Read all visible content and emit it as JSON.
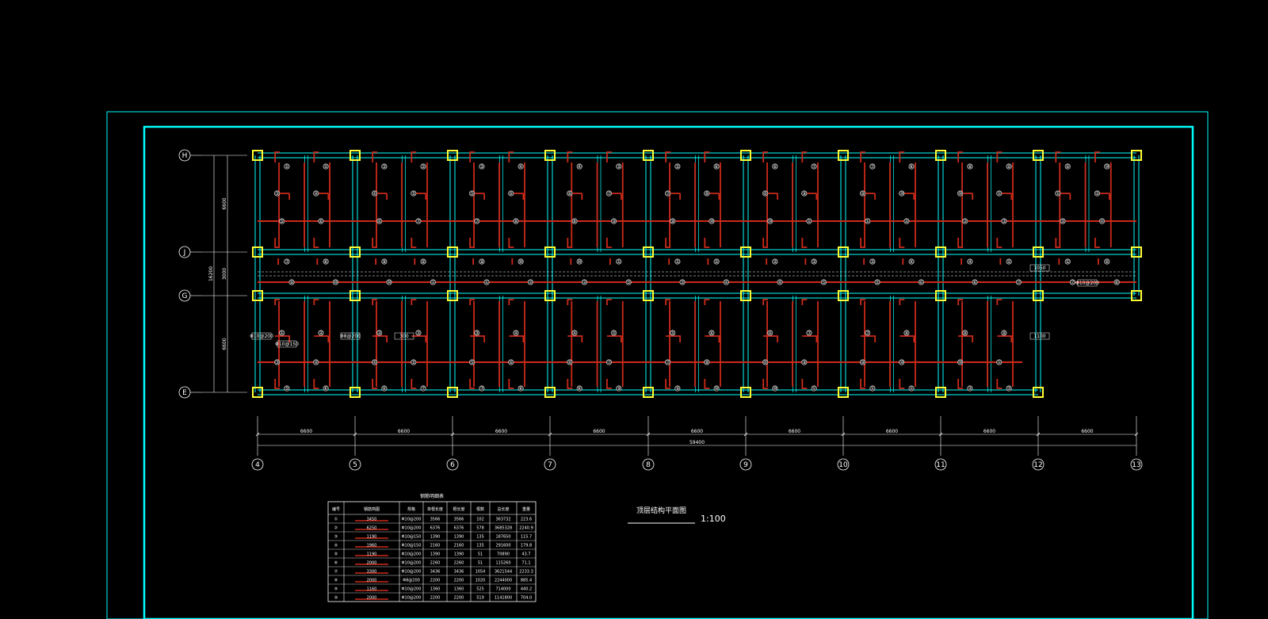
{
  "drawing": {
    "title": "顶层结构平面图",
    "scale": "1:100",
    "colors": {
      "frame": "#00ffff",
      "rebar": "#cc2a1a",
      "column": "#ffff33",
      "dim": "#ffffff"
    },
    "grid": {
      "columns": [
        "4",
        "5",
        "6",
        "7",
        "8",
        "9",
        "10",
        "11",
        "12",
        "13"
      ],
      "rows": [
        "H",
        "J",
        "G",
        "E"
      ],
      "bay_spans": [
        "6600",
        "6600",
        "6600",
        "6600",
        "6600",
        "6600",
        "6600",
        "6600",
        "6600"
      ],
      "total_span": "59400",
      "row_spans": [
        "6600",
        "3000",
        "6600"
      ],
      "total_depth": "16200"
    },
    "rebar_labels": [
      "①",
      "②",
      "③",
      "④",
      "⑤",
      "⑥",
      "⑦",
      "⑧",
      "⑨",
      "⑩"
    ],
    "notes": [
      "Φ10@200",
      "Φ10@150",
      "Φ8@200",
      "300",
      "1100",
      "1050"
    ]
  },
  "table": {
    "title": "钢筋明细表",
    "headers": [
      "编号",
      "钢筋简图",
      "规格",
      "单根长度",
      "根长度",
      "根数",
      "总长度",
      "重量"
    ],
    "rows": [
      [
        "①",
        "3450",
        "Φ10@200",
        "3566",
        "3566",
        "102",
        "363732",
        "223.6"
      ],
      [
        "②",
        "6250",
        "Φ10@200",
        "6376",
        "6376",
        "578",
        "3685328",
        "2240.9"
      ],
      [
        "③",
        "1190",
        "Φ10@150",
        "1390",
        "1390",
        "135",
        "187650",
        "115.7"
      ],
      [
        "④",
        "1960",
        "Φ10@150",
        "2160",
        "2160",
        "135",
        "291600",
        "179.8"
      ],
      [
        "⑤",
        "1190",
        "Φ10@200",
        "1390",
        "1390",
        "51",
        "70890",
        "43.7"
      ],
      [
        "⑥",
        "2000",
        "Φ10@200",
        "2260",
        "2260",
        "51",
        "115260",
        "71.1"
      ],
      [
        "⑦",
        "3300",
        "Φ10@200",
        "3436",
        "3436",
        "1054",
        "3621544",
        "2233.3"
      ],
      [
        "⑧",
        "2000",
        "Φ8@200",
        "2200",
        "2200",
        "1020",
        "2244000",
        "885.4"
      ],
      [
        "⑨",
        "1160",
        "Φ10@200",
        "1360",
        "1360",
        "525",
        "714000",
        "440.2"
      ],
      [
        "⑩",
        "2000",
        "Φ10@200",
        "2200",
        "2200",
        "519",
        "1141800",
        "704.0"
      ]
    ]
  }
}
